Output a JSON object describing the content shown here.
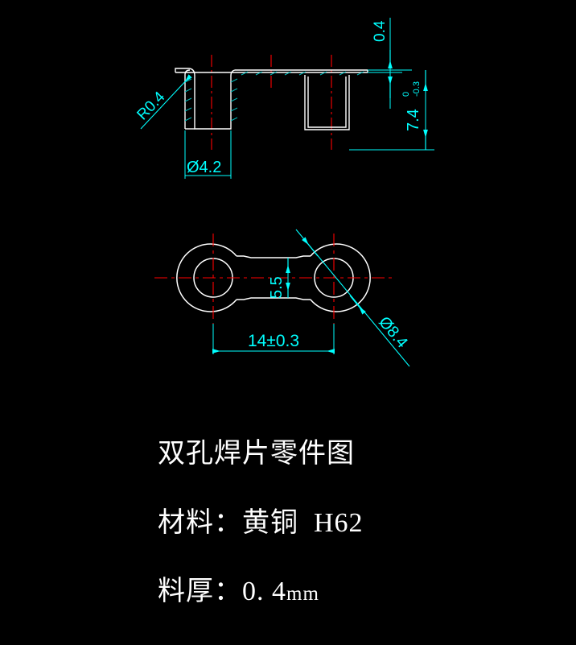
{
  "drawing": {
    "background_color": "#000000",
    "outline_color": "#ffffff",
    "dimension_color": "#00ffff",
    "centerline_color": "#ff0000",
    "title_text_color": "#ffffff"
  },
  "section_view": {
    "name": "front-section-view",
    "dimensions": {
      "corner_radius": "R0.4",
      "hole_diameter": "Ø4.2",
      "material_thickness": "0.4",
      "height": "7.4",
      "height_tol_upper": "0",
      "height_tol_lower": "-0.3"
    }
  },
  "plan_view": {
    "name": "top-plan-view",
    "dimensions": {
      "waist_width": "5.5",
      "hole_spacing": "14±0.3",
      "boss_diameter": "Ø8.4"
    }
  },
  "title_block": {
    "line1": "双孔焊片零件图",
    "line2_label": "材料：",
    "line2_value": "黄铜  H62",
    "line3_label": "料厚：",
    "line3_value": "0. 4",
    "line3_unit": "mm"
  }
}
